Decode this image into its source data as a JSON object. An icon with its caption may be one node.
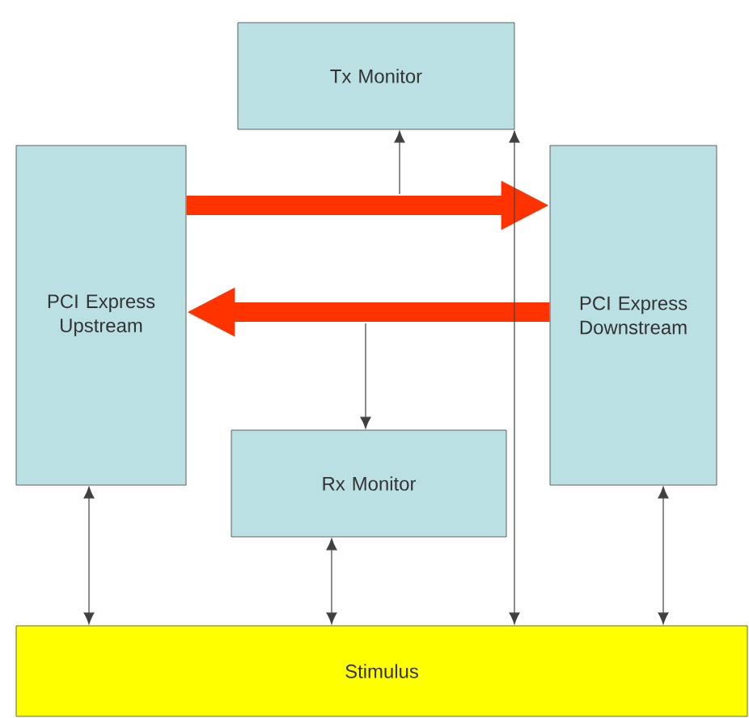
{
  "diagram": {
    "nodes": [
      {
        "text": [
          "Tx Monitor"
        ]
      },
      {
        "text": [
          "PCI Express Upstream"
        ]
      },
      {
        "text": [
          "PCI Express Downstream"
        ]
      },
      {
        "text": [
          "Rx Monitor"
        ]
      },
      {
        "text": [
          "Stimulus"
        ]
      }
    ],
    "edges": [
      {
        "from": 1,
        "to": 2,
        "arrow": "to",
        "style": "thick",
        "color": "#ff3300"
      },
      {
        "from": 2,
        "to": 1,
        "arrow": "to",
        "style": "thick",
        "color": "#ff3300"
      },
      {
        "from": null,
        "to": 0,
        "arrow": "to"
      },
      {
        "from": null,
        "to": 3,
        "arrow": "to"
      },
      {
        "from": 1,
        "to": 4,
        "arrow": "both"
      },
      {
        "from": 3,
        "to": 4,
        "arrow": "both"
      },
      {
        "from": 0,
        "to": 4,
        "arrow": "both"
      },
      {
        "from": 2,
        "to": 4,
        "arrow": "both"
      }
    ]
  }
}
